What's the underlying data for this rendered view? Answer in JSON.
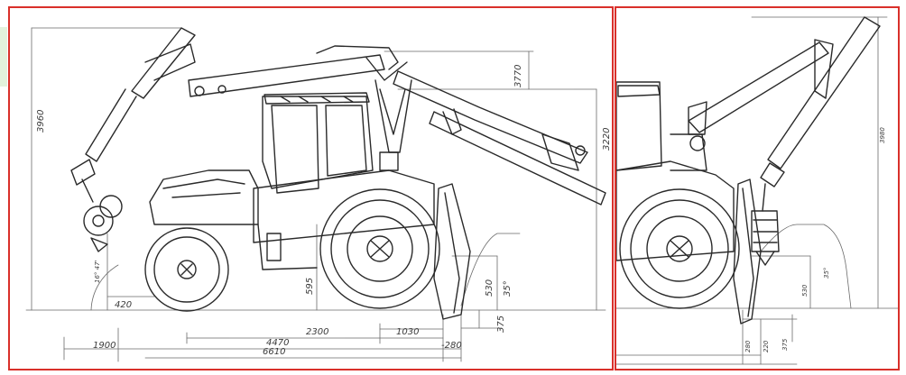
{
  "side_view": {
    "height_total": "3960",
    "height_crane": "3770",
    "height_boom": "3220",
    "angle_left": "16° 47'",
    "ground_clearance": "595",
    "blade_height": "530",
    "blade_angle": "35°",
    "blade_depth": "375",
    "overhang_rear": "420",
    "wheelbase": "2300",
    "front_overhang": "1030",
    "length_mid": "4470",
    "rear_extension": "1900",
    "length_total": "6610",
    "front_tail": "-280"
  },
  "front_view": {
    "height_total": "3980",
    "blade_height": "530",
    "angle": "35°",
    "blade_depth": "375",
    "offset_a": "280",
    "offset_b": "220"
  },
  "colors": {
    "frame_red": "#d9302a",
    "line_dark": "#2a2a2a",
    "accent_green": "#e3f2dc"
  }
}
